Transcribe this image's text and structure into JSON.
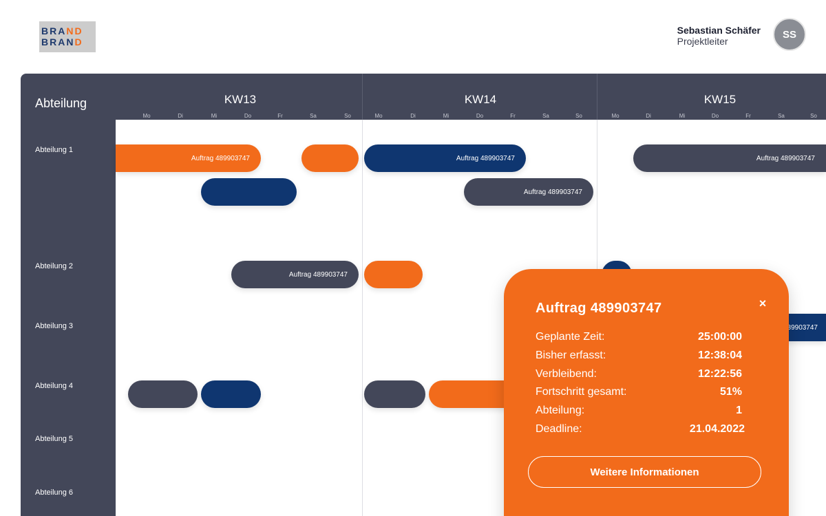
{
  "header": {
    "logo_line1_a": "BRA",
    "logo_line1_b": "ND",
    "logo_line2_a": "BRAN",
    "logo_line2_b": "D",
    "user_name": "Sebastian Schäfer",
    "user_role": "Projektleiter",
    "avatar_initials": "SS"
  },
  "sidebar": {
    "title": "Abteilung",
    "departments": [
      "Abteilung 1",
      "Abteilung 2",
      "Abteilung 3",
      "Abteilung 4",
      "Abteilung 5",
      "Abteilung 6"
    ]
  },
  "timeline": {
    "weeks": [
      "KW13",
      "KW14",
      "KW15"
    ],
    "days": [
      "Mo",
      "Di",
      "Mi",
      "Do",
      "Fr",
      "Sa",
      "So"
    ],
    "bar_label": "Auftrag 489903747"
  },
  "popup": {
    "title": "Auftrag 489903747",
    "close_symbol": "×",
    "rows": [
      {
        "label": "Geplante Zeit:",
        "value": "25:00:00"
      },
      {
        "label": "Bisher erfasst:",
        "value": "12:38:04"
      },
      {
        "label": "Verbleibend:",
        "value": "12:22:56"
      },
      {
        "label": "Fortschritt gesamt:",
        "value": "51%"
      },
      {
        "label": "Abteilung:",
        "value": "1"
      },
      {
        "label": "Deadline:",
        "value": "21.04.2022"
      }
    ],
    "button_label": "Weitere Informationen"
  },
  "colors": {
    "accent": "#f26b1b",
    "navy": "#0f3670",
    "dark": "#434759"
  }
}
